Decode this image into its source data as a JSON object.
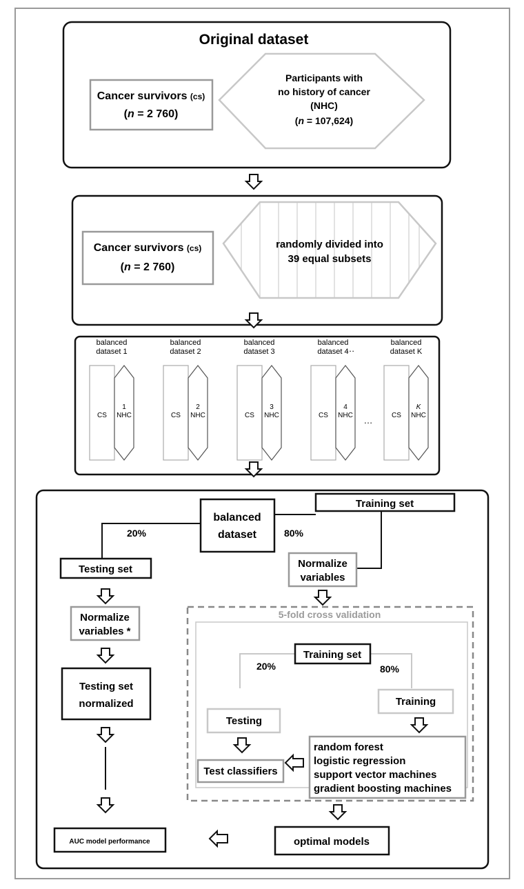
{
  "stage1": {
    "title": "Original dataset",
    "cs": {
      "line1": "Cancer survivors",
      "abbr": "(cs)",
      "n_label": "n",
      "n_value": " = 2 760)"
    },
    "nhc": {
      "line1": "Participants with",
      "line2": "no history of cancer",
      "line3": "(NHC)",
      "n_label": "n",
      "n_value": " = 107,624)"
    }
  },
  "stage2": {
    "cs": {
      "line1": "Cancer survivors",
      "abbr": "(cs)",
      "n_label": "n",
      "n_value": " = 2 760)"
    },
    "split": {
      "line1": "randomly divided into",
      "line2": "39 equal subsets"
    }
  },
  "stage3": {
    "datasets": [
      {
        "header1": "balanced",
        "header2": "dataset 1",
        "cs": "CS",
        "index": "1",
        "nhc": "NHC"
      },
      {
        "header1": "balanced",
        "header2": "dataset 2",
        "cs": "CS",
        "index": "2",
        "nhc": "NHC"
      },
      {
        "header1": "balanced",
        "header2": "dataset 3",
        "cs": "CS",
        "index": "3",
        "nhc": "NHC"
      },
      {
        "header1": "balanced",
        "header2": "dataset 4",
        "cs": "CS",
        "index": "4",
        "nhc": "NHC"
      },
      {
        "header1": "balanced",
        "header2": "dataset K",
        "cs": "CS",
        "index": "K",
        "nhc": "NHC"
      }
    ],
    "ellipsis": "…"
  },
  "stage4": {
    "balanced": {
      "line1": "balanced",
      "line2": "dataset"
    },
    "pct_test": "20%",
    "pct_train": "80%",
    "training_set": "Training set",
    "testing_set": "Testing set",
    "normalize_train": {
      "line1": "Normalize",
      "line2": "variables"
    },
    "normalize_test": {
      "line1": "Normalize",
      "line2": "variables *"
    },
    "testing_norm": {
      "line1": "Testing set",
      "line2": "normalized"
    },
    "cv": {
      "title": "5-fold cross validation",
      "training_set": "Training set",
      "pct_test": "20%",
      "pct_train": "80%",
      "testing": "Testing",
      "training": "Training",
      "classifiers": [
        "random forest",
        "logistic regression",
        "support vector machines",
        "gradient boosting machines"
      ],
      "test_classifiers": "Test classifiers"
    },
    "optimal": "optimal models",
    "auc": "AUC model performance"
  }
}
